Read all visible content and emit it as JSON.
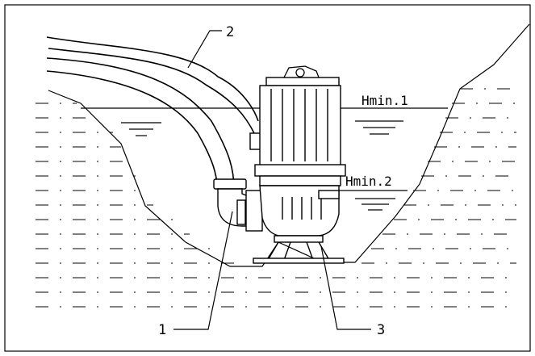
{
  "diagram": {
    "labels": {
      "callout_1": "1",
      "callout_2": "2",
      "callout_3": "3",
      "level_hmin1": "Hmin.1",
      "level_hmin2": "Hmin.2"
    },
    "parts": {
      "callout_1": "discharge elbow",
      "callout_2": "discharge hose",
      "callout_3": "pump stand"
    },
    "colors": {
      "line": "#000000",
      "background": "#ffffff"
    }
  }
}
